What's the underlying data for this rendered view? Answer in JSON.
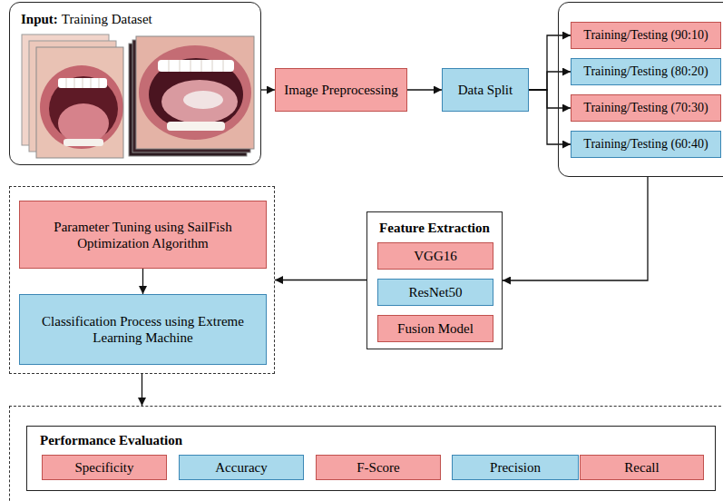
{
  "diagram": {
    "nodes": [
      {
        "text": [
          "Input:",
          "Training Dataset"
        ]
      },
      {
        "text": [
          "Image Preprocessing"
        ]
      },
      {
        "text": [
          "Data Split"
        ]
      },
      {
        "text": []
      },
      {
        "text": [
          "Training/Testing (90:10)"
        ],
        "in": 3
      },
      {
        "text": [
          "Training/Testing (80:20)"
        ],
        "in": 3
      },
      {
        "text": [
          "Training/Testing (70:30)"
        ],
        "in": 3
      },
      {
        "text": [
          "Training/Testing (60:40)"
        ],
        "in": 3
      },
      {
        "text": [
          "Feature Extraction"
        ]
      },
      {
        "text": [
          "VGG16"
        ],
        "in": 8
      },
      {
        "text": [
          "ResNet50"
        ],
        "in": 8
      },
      {
        "text": [
          "Fusion Model"
        ],
        "in": 8
      },
      {
        "text": []
      },
      {
        "text": [
          "Parameter Tuning using SailFish Optimization Algorithm"
        ],
        "in": 12
      },
      {
        "text": [
          "Classification Process using Extreme Learning Machine"
        ],
        "in": 12
      },
      {
        "text": []
      },
      {
        "text": [
          "Performance Evaluation"
        ],
        "in": 15
      },
      {
        "text": [
          "Specificity"
        ],
        "in": 16
      },
      {
        "text": [
          "Accuracy"
        ],
        "in": 16
      },
      {
        "text": [
          "F-Score"
        ],
        "in": 16
      },
      {
        "text": [
          "Precision"
        ],
        "in": 16
      },
      {
        "text": [
          "Recall"
        ],
        "in": 16
      }
    ],
    "edges": [
      {
        "from": 0,
        "to": 1,
        "arrow": "to"
      },
      {
        "from": 1,
        "to": 2,
        "arrow": "to"
      },
      {
        "from": 2,
        "to": 4,
        "arrow": "to"
      },
      {
        "from": 2,
        "to": 5,
        "arrow": "to"
      },
      {
        "from": 2,
        "to": 6,
        "arrow": "to"
      },
      {
        "from": 2,
        "to": 7,
        "arrow": "to"
      },
      {
        "from": 3,
        "to": 8,
        "arrow": "to"
      },
      {
        "from": 8,
        "to": 12,
        "arrow": "to"
      },
      {
        "from": 13,
        "to": 14,
        "arrow": "to"
      },
      {
        "from": 12,
        "to": 15,
        "arrow": "to"
      }
    ]
  }
}
